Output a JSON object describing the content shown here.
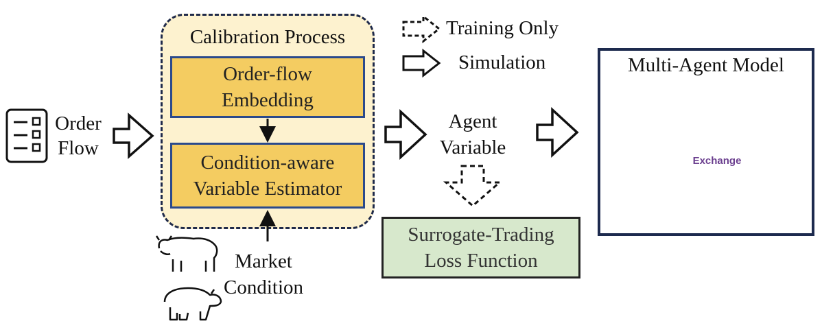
{
  "input": {
    "line1": "Order",
    "line2": "Flow"
  },
  "calibration": {
    "title": "Calibration Process",
    "embedding": {
      "line1": "Order-flow",
      "line2": "Embedding"
    },
    "estimator": {
      "line1": "Condition-aware",
      "line2": "Variable Estimator"
    }
  },
  "market": {
    "line1": "Market",
    "line2": "Condition"
  },
  "legend": {
    "training": "Training Only",
    "simulation": "Simulation"
  },
  "agent_variable": {
    "line1": "Agent",
    "line2": "Variable"
  },
  "loss": {
    "line1": "Surrogate-Trading",
    "line2": "Loss Function"
  },
  "multi_agent": {
    "title": "Multi-Agent Model",
    "center": "Exchange"
  },
  "colors": {
    "calib_bg": "#fdf2cf",
    "box_yellow": "#f4cc61",
    "box_green": "#d7e8cc",
    "navy": "#1f2a4a",
    "purple": "#8e3c9c"
  }
}
